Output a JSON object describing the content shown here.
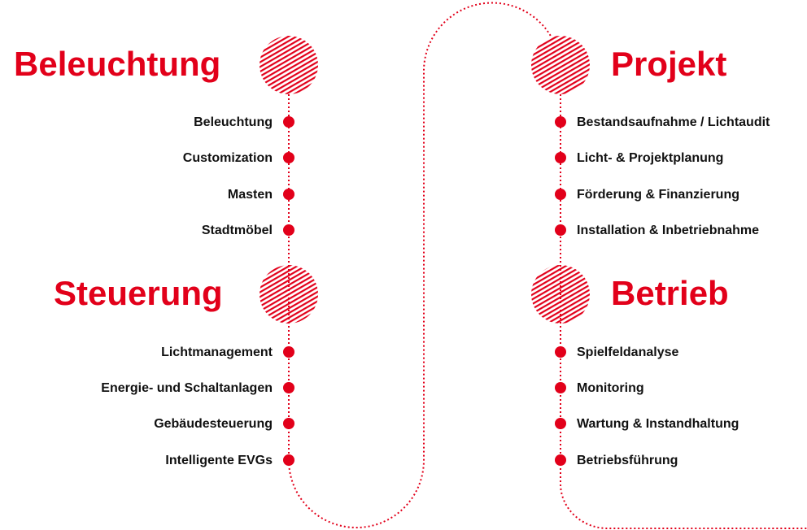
{
  "colors": {
    "accent": "#e2001a"
  },
  "sections": [
    {
      "title": "Beleuchtung",
      "items": [
        "Beleuchtung",
        "Customization",
        "Masten",
        "Stadtmöbel"
      ]
    },
    {
      "title": "Steuerung",
      "items": [
        "Lichtmanagement",
        "Energie- und Schaltanlagen",
        "Gebäudesteuerung",
        "Intelligente EVGs"
      ]
    },
    {
      "title": "Projekt",
      "items": [
        "Bestandsaufnahme / Lichtaudit",
        "Licht- & Projektplanung",
        "Förderung & Finanzierung",
        "Installation & Inbetriebnahme"
      ]
    },
    {
      "title": "Betrieb",
      "items": [
        "Spielfeldanalyse",
        "Monitoring",
        "Wartung & Instandhaltung",
        "Betriebsführung"
      ]
    }
  ]
}
